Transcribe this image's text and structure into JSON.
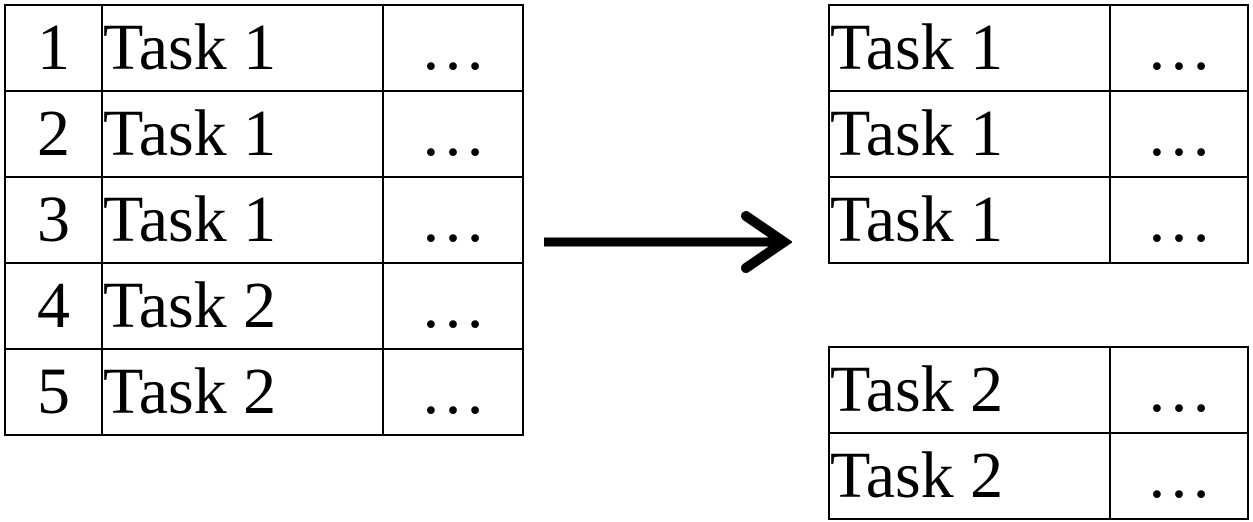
{
  "source_table": {
    "rows": [
      {
        "index": "1",
        "task": "Task 1",
        "more": "…"
      },
      {
        "index": "2",
        "task": "Task 1",
        "more": "…"
      },
      {
        "index": "3",
        "task": "Task 1",
        "more": "…"
      },
      {
        "index": "4",
        "task": "Task 2",
        "more": "…"
      },
      {
        "index": "5",
        "task": "Task 2",
        "more": "…"
      }
    ]
  },
  "groups": [
    {
      "rows": [
        {
          "task": "Task 1",
          "more": "…"
        },
        {
          "task": "Task 1",
          "more": "…"
        },
        {
          "task": "Task 1",
          "more": "…"
        }
      ]
    },
    {
      "rows": [
        {
          "task": "Task 2",
          "more": "…"
        },
        {
          "task": "Task 2",
          "more": "…"
        }
      ]
    }
  ],
  "arrow_icon": "right-arrow-icon"
}
